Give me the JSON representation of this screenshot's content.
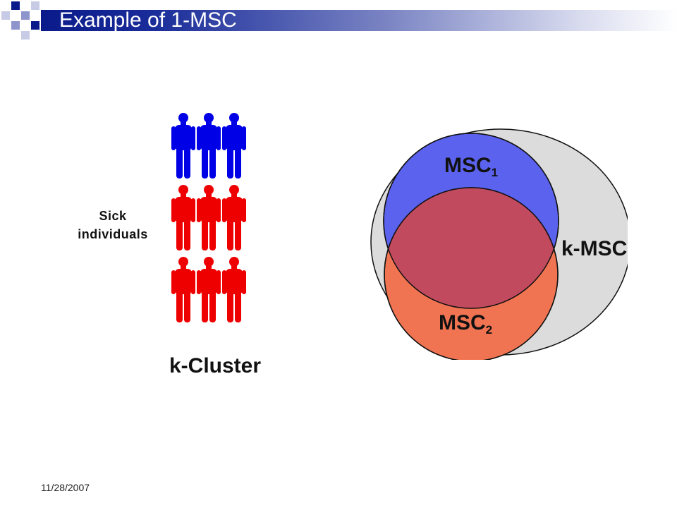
{
  "slide": {
    "title": "Example of 1-MSC",
    "date": "11/28/2007"
  },
  "figure": {
    "sick_label_line1": "Sick",
    "sick_label_line2": "individuals",
    "cluster_label": "k-Cluster",
    "msc1_base": "MSC",
    "msc1_sub": "1",
    "msc2_base": "MSC",
    "msc2_sub": "2",
    "kmsc_label": "k-MSC"
  },
  "people_grid": {
    "rows": [
      {
        "color": "#0000e6",
        "count": 3
      },
      {
        "color": "#ee0000",
        "count": 3
      },
      {
        "color": "#ee0000",
        "count": 3
      }
    ]
  },
  "colors": {
    "outer_set": "#dcdcdc",
    "msc1": "#5b62ee",
    "msc2": "#f07452",
    "overlap": "#c24a5e",
    "title_bar": "#0a1a8a"
  }
}
